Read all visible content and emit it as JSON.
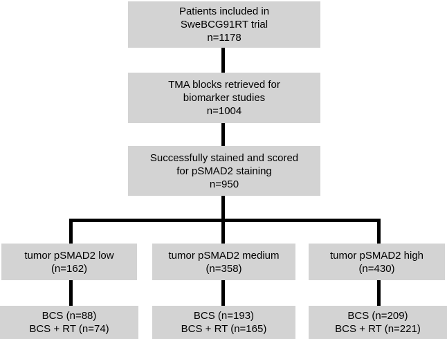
{
  "diagram_type": "flowchart",
  "colors": {
    "background": "#ffffff",
    "box_fill": "#d3d3d3",
    "connector": "#000000",
    "text": "#000000"
  },
  "nodes": {
    "trial": {
      "line1": "Patients included in",
      "line2": "SweBCG91RT trial",
      "line3": "n=1178"
    },
    "tma": {
      "line1": "TMA blocks retrieved for",
      "line2": "biomarker studies",
      "line3": "n=1004"
    },
    "stained": {
      "line1": "Successfully stained and scored",
      "line2": "for pSMAD2 staining",
      "line3": "n=950"
    },
    "low": {
      "line1": "tumor pSMAD2 low",
      "line2": "(n=162)"
    },
    "medium": {
      "line1": "tumor pSMAD2 medium",
      "line2": "(n=358)"
    },
    "high": {
      "line1": "tumor pSMAD2 high",
      "line2": "(n=430)"
    },
    "low_arms": {
      "line1": "BCS (n=88)",
      "line2": "BCS + RT (n=74)"
    },
    "medium_arms": {
      "line1": "BCS (n=193)",
      "line2": "BCS + RT (n=165)"
    },
    "high_arms": {
      "line1": "BCS (n=209)",
      "line2": "BCS + RT (n=221)"
    }
  }
}
